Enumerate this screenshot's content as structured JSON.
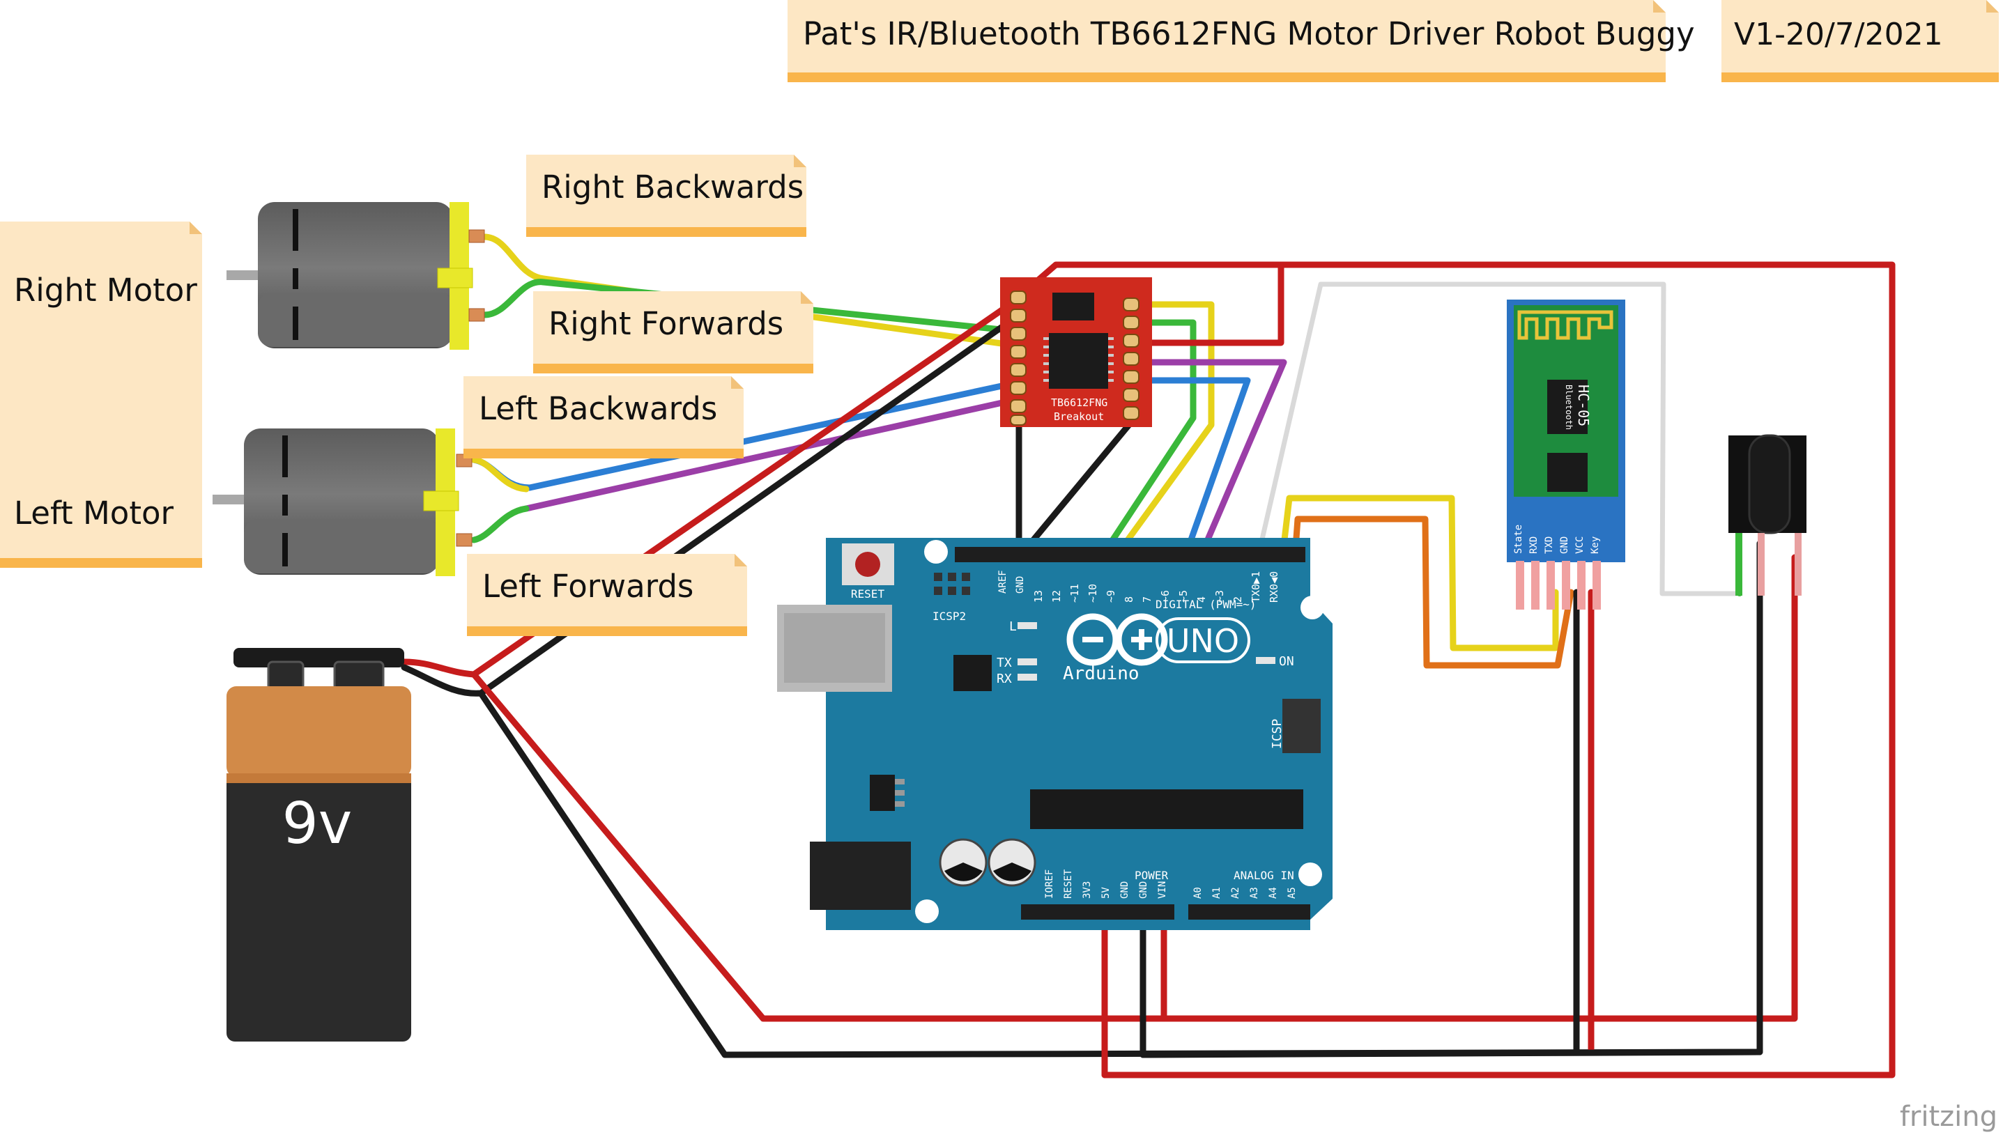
{
  "title_note": "Pat's IR/Bluetooth TB6612FNG Motor Driver Robot Buggy",
  "version_note": "V1-20/7/2021",
  "motor_notes": {
    "right_motor": "Right Motor",
    "left_motor": "Left Motor",
    "right_backwards": "Right Backwards",
    "right_forwards": "Right Forwards",
    "left_backwards": "Left Backwards",
    "left_forwards": "Left Forwards"
  },
  "battery": {
    "label": "9v"
  },
  "driver": {
    "name": "TB6612FNG",
    "sub": "Breakout"
  },
  "arduino": {
    "brand": "Arduino",
    "model": "UNO",
    "reset": "RESET",
    "icsp2": "ICSP2",
    "icsp": "ICSP",
    "aref": "AREF",
    "gnd": "GND",
    "led_l": "L",
    "led_tx": "TX",
    "led_rx": "RX",
    "on": "ON",
    "digital": "DIGITAL (PWM=~)",
    "power": "POWER",
    "analog": "ANALOG IN",
    "digital_pins": [
      "13",
      "12",
      "~11",
      "~10",
      "~9",
      "8",
      "7",
      "~6",
      "~5",
      "4",
      "~3",
      "2",
      "TX0▶1",
      "RX0◀0"
    ],
    "power_pins": [
      "IOREF",
      "RESET",
      "3V3",
      "5V",
      "GND",
      "GND",
      "VIN"
    ],
    "analog_pins": [
      "A0",
      "A1",
      "A2",
      "A3",
      "A4",
      "A5"
    ]
  },
  "bluetooth": {
    "name": "HC-05",
    "sub": "Bluetooth",
    "pins": [
      "State",
      "RXD",
      "TXD",
      "GND",
      "VCC",
      "Key"
    ]
  },
  "watermark": "fritzing"
}
